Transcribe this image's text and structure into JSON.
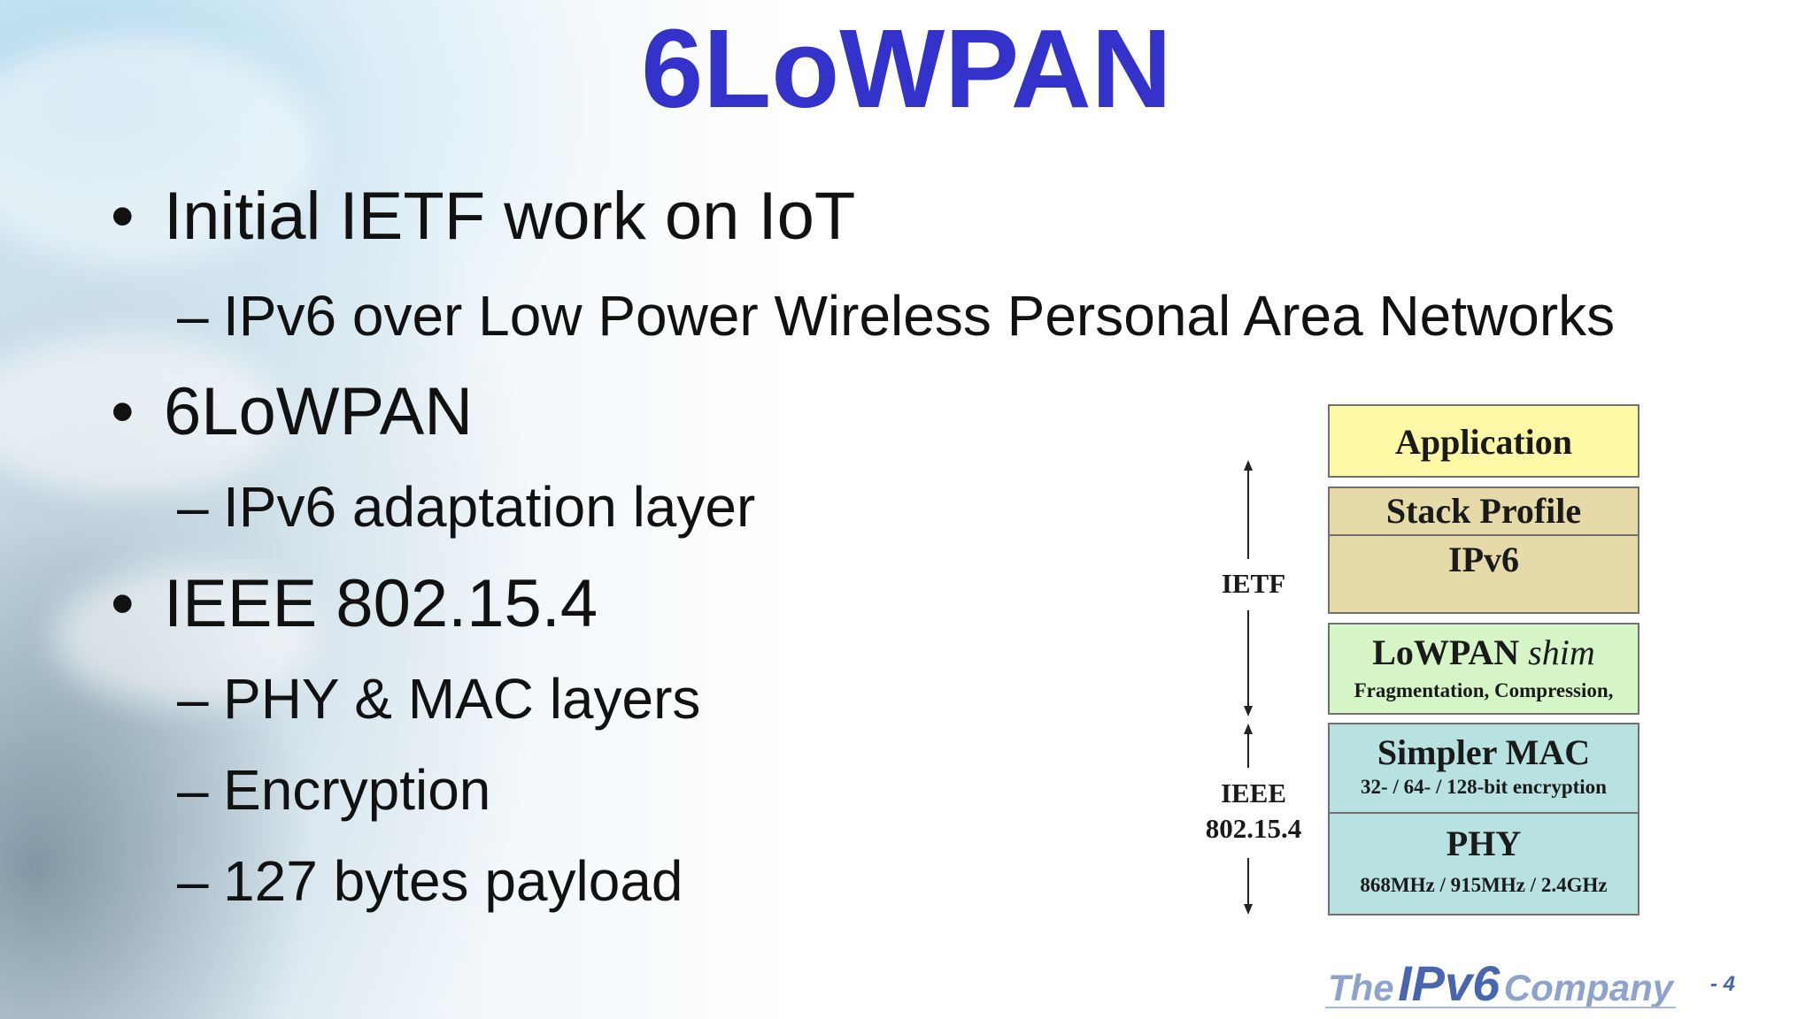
{
  "slide": {
    "title": "6LoWPAN",
    "bullets": [
      {
        "marker": "•",
        "text": "Initial IETF work on IoT"
      },
      {
        "marker": "–",
        "text": "IPv6 over Low Power Wireless Personal Area Networks"
      },
      {
        "marker": "•",
        "text": "6LoWPAN"
      },
      {
        "marker": "–",
        "text": "IPv6 adaptation layer"
      },
      {
        "marker": "•",
        "text": "IEEE 802.15.4"
      },
      {
        "marker": "–",
        "text": "PHY & MAC layers"
      },
      {
        "marker": "–",
        "text": "Encryption"
      },
      {
        "marker": "–",
        "text": "127 bytes payload"
      }
    ]
  },
  "stack_diagram": {
    "layers": {
      "application": {
        "title": "Application",
        "color": "#fdf8a6"
      },
      "stack_profile": {
        "title": "Stack Profile",
        "color": "#e6dba8"
      },
      "ipv6": {
        "title": "IPv6",
        "color": "#e6dba8"
      },
      "lowpan": {
        "title": "LoWPAN",
        "title_italic": "shim",
        "subtitle": "Fragmentation, Compression,",
        "color": "#d6f6c7"
      },
      "mac": {
        "title": "Simpler MAC",
        "subtitle": "32- / 64- / 128-bit encryption",
        "color": "#b8e2e2"
      },
      "phy": {
        "title": "PHY",
        "subtitle": "868MHz / 915MHz / 2.4GHz",
        "color": "#b8e2e2"
      }
    },
    "side_labels": {
      "ietf": "IETF",
      "ieee_line1": "IEEE",
      "ieee_line2": "802.15.4"
    }
  },
  "footer": {
    "logo_the": "The",
    "logo_ipv6": "IPv6",
    "logo_company": "Company",
    "page_number": "- 4"
  },
  "colors": {
    "title": "#3333cc",
    "logo_accent": "#4866b0"
  }
}
